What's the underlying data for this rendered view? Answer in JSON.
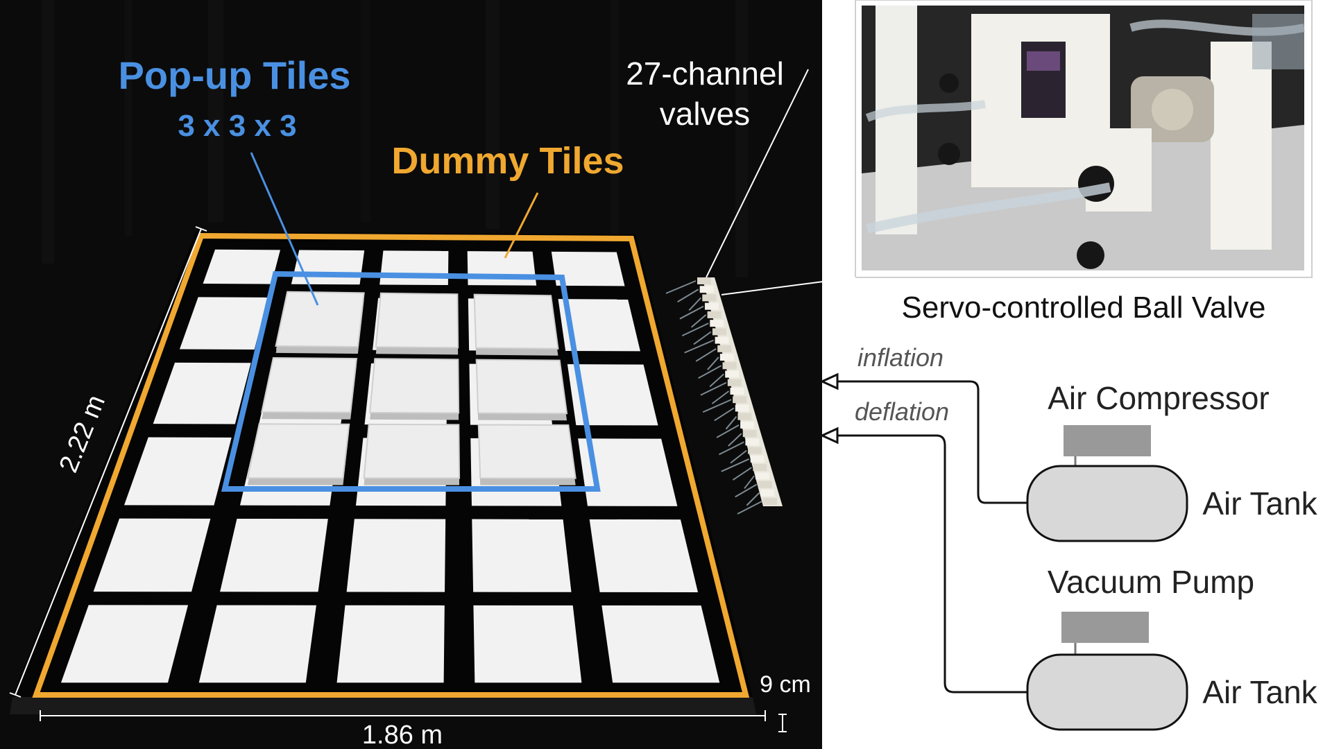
{
  "photo_labels": {
    "popup_title": "Pop-up Tiles",
    "popup_dims": "3 x 3 x 3",
    "dummy_title": "Dummy Tiles",
    "valves_line1": "27-channel",
    "valves_line2": "valves",
    "depth_dim": "2.22 m",
    "width_dim": "1.86 m",
    "gap_dim": "9 cm"
  },
  "inset": {
    "caption": "Servo-controlled Ball Valve"
  },
  "schematic": {
    "inflation_label": "inflation",
    "deflation_label": "deflation",
    "compressor_label": "Air Compressor",
    "tank_top_label": "Air Tank",
    "pump_label": "Vacuum Pump",
    "tank_bottom_label": "Air Tank"
  },
  "colors": {
    "popup_accent": "#4a90e2",
    "dummy_accent": "#f0a830",
    "photo_background": "#0a0a0a",
    "tile_white": "#f2f2f2",
    "device_grey": "#9a9a9a",
    "tank_fill": "#d8d8d8"
  },
  "layout_grid": {
    "dummy_rows": 6,
    "dummy_cols": 5,
    "popup_rows": 3,
    "popup_cols": 3,
    "valve_count": 27
  }
}
